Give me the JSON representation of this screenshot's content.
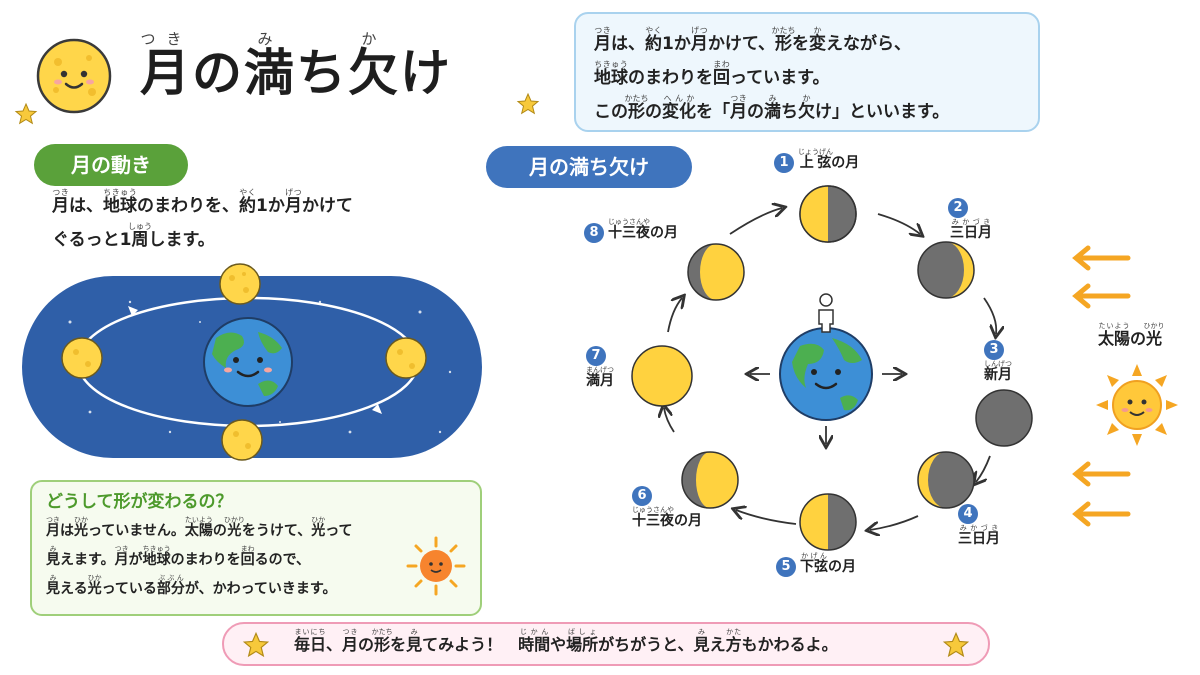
{
  "header": {
    "title": "月の満ち欠け",
    "title_ruby": [
      "つき",
      "み",
      "か"
    ]
  },
  "intro": {
    "line1": [
      "月",
      "は、",
      "約",
      "1か",
      "月",
      "かけて、",
      "形",
      "を",
      "変",
      "えながら、"
    ],
    "line1_ruby": [
      "つき",
      "",
      "やく",
      "",
      "げつ",
      "",
      "かたち",
      "",
      "か",
      ""
    ],
    "line2": [
      "地球",
      "のまわりを",
      "回",
      "っています。"
    ],
    "line2_ruby": [
      "ちきゅう",
      "",
      "まわ",
      ""
    ],
    "line3": [
      "この",
      "形",
      "の",
      "変化",
      "を「",
      "月",
      "の",
      "満",
      "ち",
      "欠",
      "け」といいます。"
    ],
    "line3_ruby": [
      "",
      "かたち",
      "",
      "へんか",
      "",
      "つき",
      "",
      "み",
      "",
      "か",
      ""
    ]
  },
  "motion_section": {
    "heading": "月の動き",
    "desc_line1": [
      "月",
      "は、",
      "地球",
      "のまわりを、",
      "約",
      "1か",
      "月",
      "かけて"
    ],
    "desc_line1_ruby": [
      "つき",
      "",
      "ちきゅう",
      "",
      "やく",
      "",
      "げつ",
      ""
    ],
    "desc_line2": [
      "ぐるっと1",
      "周",
      "します。"
    ],
    "desc_line2_ruby": [
      "",
      "しゅう",
      ""
    ]
  },
  "why_box": {
    "title": "どうして形が変わるの？",
    "line1": [
      "月",
      "は",
      "光",
      "っていません。",
      "太陽",
      "の",
      "光",
      "をうけて、",
      "光",
      "って"
    ],
    "line1_ruby": [
      "つき",
      "",
      "ひか",
      "",
      "たいよう",
      "",
      "ひかり",
      "",
      "ひか",
      ""
    ],
    "line2": [
      "見",
      "えます。",
      "月",
      "が",
      "地球",
      "のまわりを",
      "回",
      "るので、"
    ],
    "line2_ruby": [
      "み",
      "",
      "つき",
      "",
      "ちきゅう",
      "",
      "まわ",
      ""
    ],
    "line3": [
      "見",
      "える",
      "光",
      "っている",
      "部分",
      "が、かわっていきます。"
    ],
    "line3_ruby": [
      "み",
      "",
      "ひか",
      "",
      "ぶぶん",
      ""
    ]
  },
  "phase_section": {
    "heading": "月の満ち欠け",
    "phases": [
      {
        "num": "1",
        "name": [
          "上弦",
          "の",
          "月"
        ],
        "ruby": [
          "じょうげん",
          "",
          ""
        ]
      },
      {
        "num": "2",
        "name": [
          "三日月"
        ],
        "ruby": [
          "みかづき"
        ]
      },
      {
        "num": "3",
        "name": [
          "新月"
        ],
        "ruby": [
          "しんげつ"
        ]
      },
      {
        "num": "4",
        "name": [
          "三日月"
        ],
        "ruby": [
          "みかづき"
        ]
      },
      {
        "num": "5",
        "name": [
          "下弦",
          "の",
          "月"
        ],
        "ruby": [
          "かげん",
          "",
          ""
        ]
      },
      {
        "num": "6",
        "name": [
          "十三夜",
          "の",
          "月"
        ],
        "ruby": [
          "じゅうさんや",
          "",
          ""
        ]
      },
      {
        "num": "7",
        "name": [
          "満月"
        ],
        "ruby": [
          "まんげつ"
        ]
      },
      {
        "num": "8",
        "name": [
          "十三夜",
          "の",
          "月"
        ],
        "ruby": [
          "じゅうさんや",
          "",
          ""
        ]
      }
    ]
  },
  "sunlight": {
    "label": [
      "太陽",
      "の",
      "光"
    ],
    "ruby": [
      "たいよう",
      "",
      "ひかり"
    ]
  },
  "banner": {
    "text": [
      "毎日",
      "、",
      "月",
      "の",
      "形",
      "を",
      "見",
      "てみよう！　",
      "時間",
      "や",
      "場所",
      "がちがうと、",
      "見",
      "え",
      "方",
      "もかわるよ。"
    ],
    "ruby": [
      "まいにち",
      "",
      "つき",
      "",
      "かたち",
      "",
      "み",
      "",
      "じかん",
      "",
      "ばしょ",
      "",
      "み",
      "",
      "かた",
      ""
    ]
  },
  "colors": {
    "green": "#5aa13a",
    "blue": "#3f74bd",
    "orange": "#f5a623",
    "moon_yellow": "#ffd23f",
    "moon_gray": "#6f6f6f",
    "space": "#2f5fa8"
  },
  "icons": [
    "moon-face-icon",
    "star-icon",
    "earth-icon",
    "sun-icon",
    "person-icon",
    "arrow-icon"
  ]
}
